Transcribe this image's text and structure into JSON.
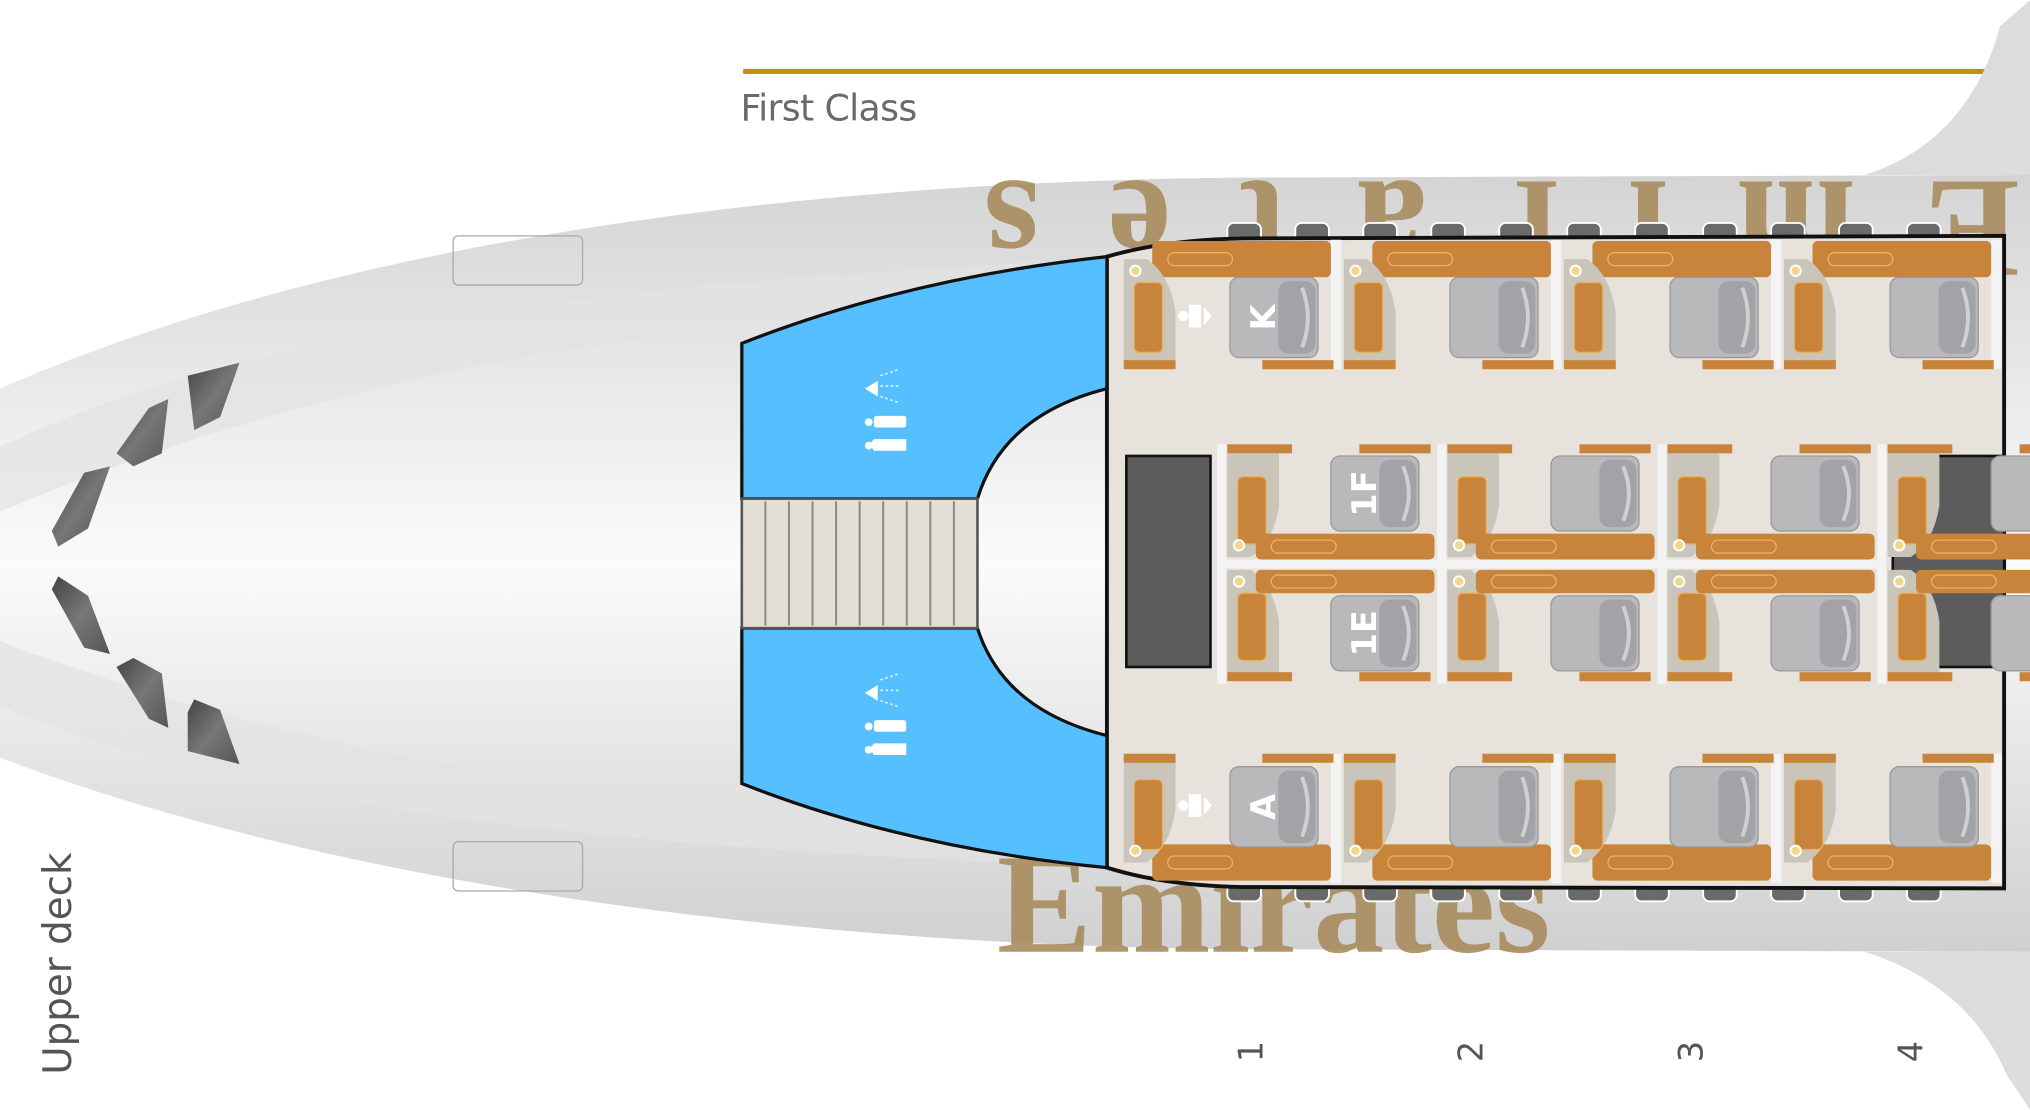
{
  "cabin": {
    "class_name": "First Class",
    "deck": "Upper deck",
    "accent_color": "#c8900a",
    "lavatory_color": "#55bfff",
    "seat_color": "#b9b9bc",
    "console_color": "#c8843a",
    "livery_text": "Emirates",
    "livery_color": "#a98c5e"
  },
  "rows": [
    {
      "number": "1",
      "seats": {
        "K": "K",
        "F": "1F",
        "E": "1E",
        "A": "A"
      }
    },
    {
      "number": "2",
      "seats": {
        "K": "",
        "F": "",
        "E": "",
        "A": ""
      }
    },
    {
      "number": "3",
      "seats": {
        "K": "",
        "F": "",
        "E": "",
        "A": ""
      }
    },
    {
      "number": "4",
      "seats": {
        "K": "",
        "F": "",
        "E": "",
        "A": ""
      }
    }
  ],
  "icons": [
    "shower-icon",
    "lavatory-icon",
    "accessible-seat-icon",
    "galley",
    "stairs"
  ]
}
